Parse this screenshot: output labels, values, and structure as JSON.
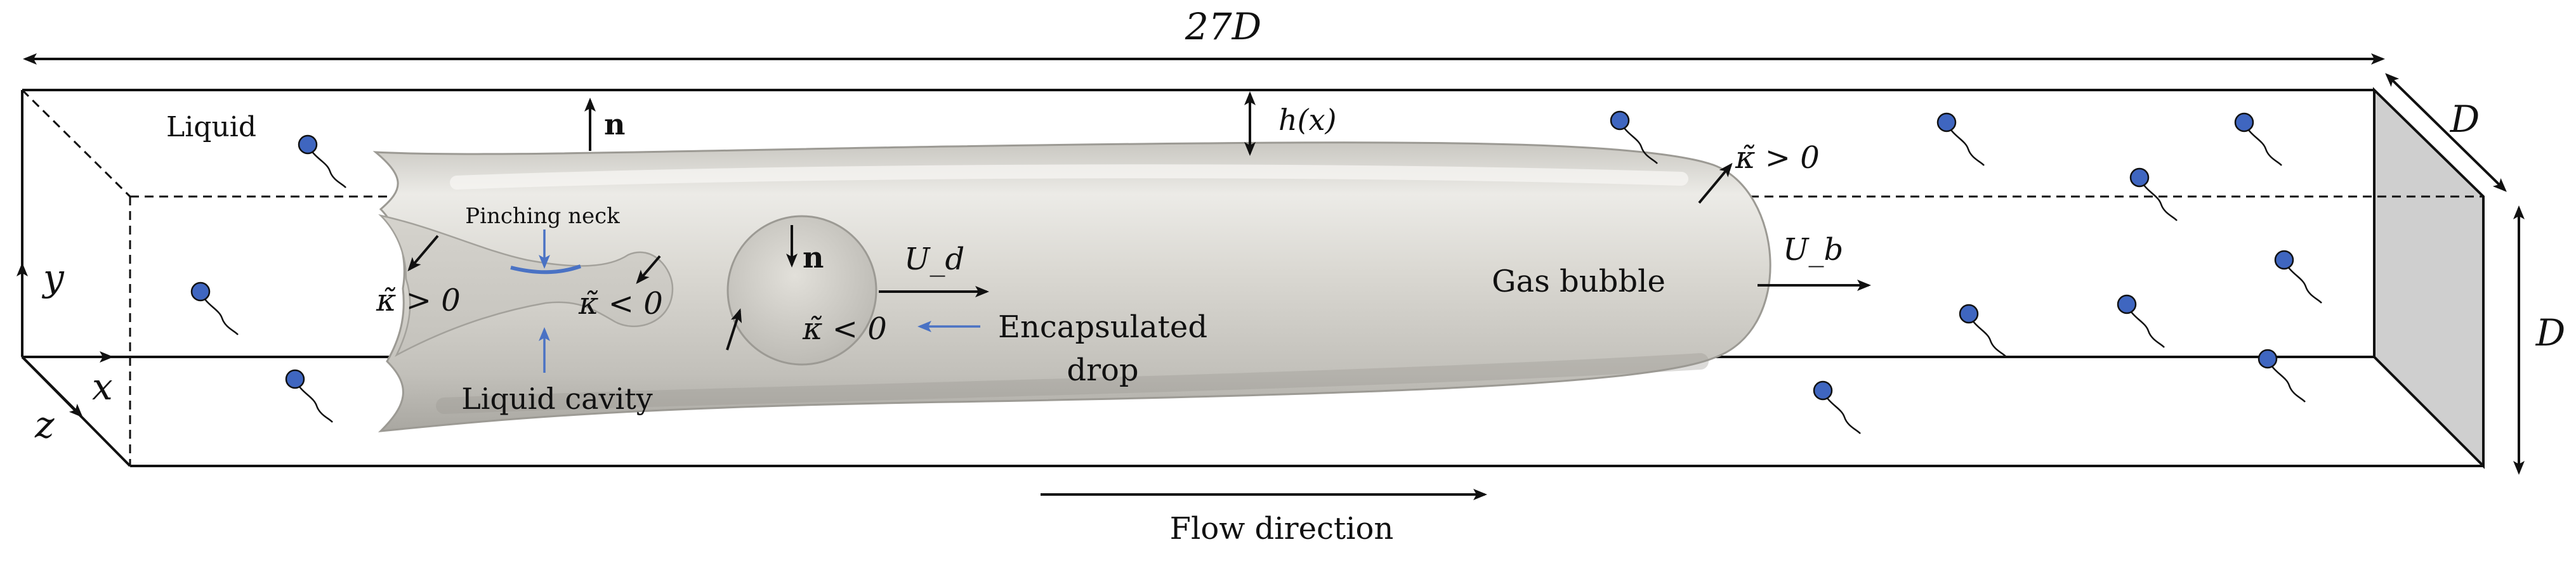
{
  "labels": {
    "length": "27D",
    "width": "D",
    "height": "D",
    "film_thickness": "h(x)",
    "normal_top": "n",
    "normal_drop": "n",
    "liquid": "Liquid",
    "pinching_neck": "Pinching neck",
    "kappa_pos_left": "κ̃ > 0",
    "kappa_neg_cavity": "κ̃ < 0",
    "kappa_neg_drop": "κ̃ < 0",
    "kappa_pos_nose": "κ̃ > 0",
    "liquid_cavity": "Liquid cavity",
    "drop_velocity": "U_d",
    "encapsulated_drop_line1": "Encapsulated",
    "encapsulated_drop_line2": "drop",
    "gas_bubble": "Gas bubble",
    "bubble_velocity": "U_b",
    "flow_direction": "Flow direction",
    "axis_y": "y",
    "axis_x": "x",
    "axis_z": "z"
  },
  "colors": {
    "bubble_fill": "#d9d7d1",
    "bubble_edge": "#9c9a94",
    "end_face": "#cfcfcf",
    "accent_blue": "#4a72c4",
    "particle_blue": "#3f66c0",
    "line": "#111111"
  },
  "icons": [
    "surfactant-particle-icon",
    "arrow-icon"
  ]
}
